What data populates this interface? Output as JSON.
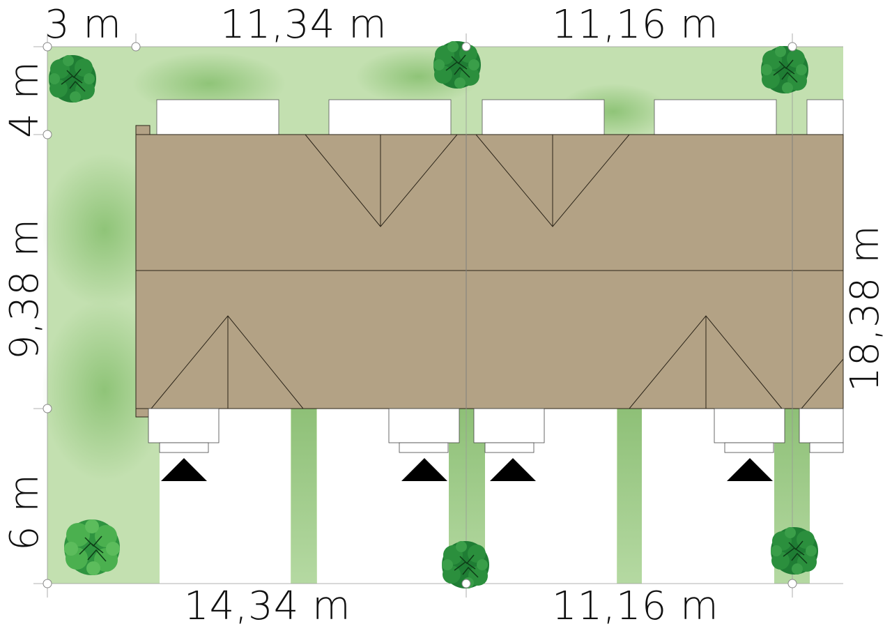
{
  "dimensions": {
    "top_left_width": "3 m",
    "top_lot_1": "11,34 m",
    "top_lot_2": "11,16 m",
    "left_top_depth": "4 m",
    "left_house_depth": "9,38 m",
    "left_front_depth": "6 m",
    "right_total_depth": "18,38 m",
    "bottom_lot_1": "14,34 m",
    "bottom_lot_2": "11,16 m"
  },
  "colors": {
    "lawn": "#c3e0b0",
    "lawn_shade": "#95c77f",
    "path": "#97c680",
    "roof": "#b3a285",
    "roof_line": "#2b2418",
    "tree_dark": "#1f7d34",
    "tree_light": "#44a848",
    "marker": "#ffffff"
  },
  "icons": [
    "tree-icon",
    "entrance-arrow-icon"
  ]
}
